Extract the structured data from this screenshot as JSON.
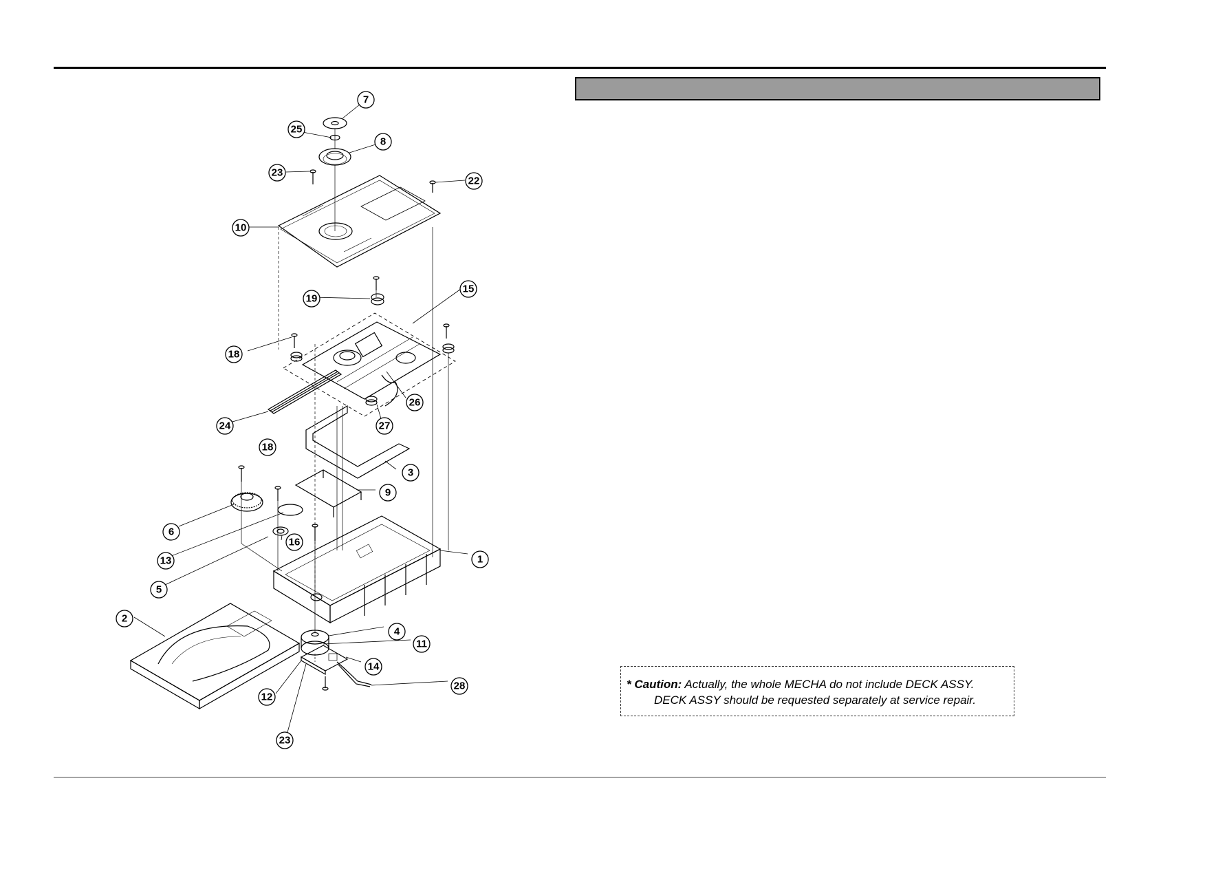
{
  "section_title": "",
  "caution": {
    "label": "* Caution:",
    "line1": "Actually, the whole MECHA do not include DECK ASSY.",
    "line2": "DECK ASSY should be requested separately at service repair."
  },
  "callouts": [
    {
      "id": "7"
    },
    {
      "id": "25"
    },
    {
      "id": "8"
    },
    {
      "id": "23"
    },
    {
      "id": "22"
    },
    {
      "id": "10"
    },
    {
      "id": "19"
    },
    {
      "id": "15"
    },
    {
      "id": "18"
    },
    {
      "id": "26"
    },
    {
      "id": "24"
    },
    {
      "id": "27"
    },
    {
      "id": "18"
    },
    {
      "id": "3"
    },
    {
      "id": "9"
    },
    {
      "id": "6"
    },
    {
      "id": "13"
    },
    {
      "id": "16"
    },
    {
      "id": "1"
    },
    {
      "id": "5"
    },
    {
      "id": "2"
    },
    {
      "id": "4"
    },
    {
      "id": "11"
    },
    {
      "id": "14"
    },
    {
      "id": "12"
    },
    {
      "id": "28"
    },
    {
      "id": "23"
    }
  ]
}
